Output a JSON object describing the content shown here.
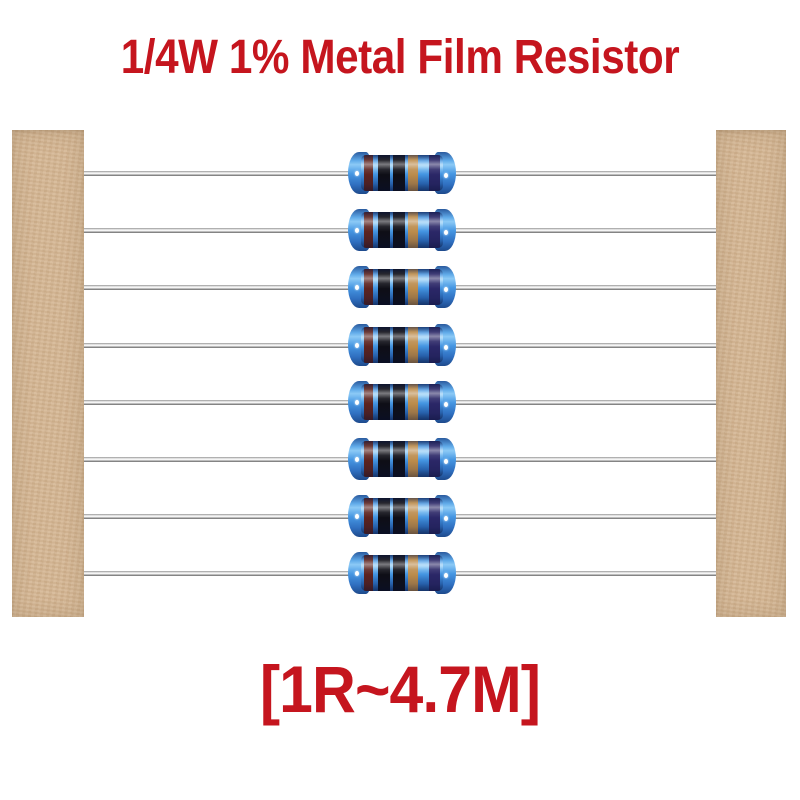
{
  "title": {
    "text": "1/4W 1% Metal Film Resistor"
  },
  "footer": {
    "text": "[1R~4.7M]"
  },
  "theme": {
    "page-bg": "#ffffff",
    "accent-red": "#c5151e",
    "tape-tan": "#d4b592",
    "body-blue": "#4596e2",
    "body-blue-light": "#8ccaf6",
    "body-blue-dark": "#2a5a9e",
    "lead-silver": "#e6e6e6"
  },
  "product": {
    "count": 8,
    "bands": [
      {
        "name": "brown",
        "color": "#5c231f"
      },
      {
        "name": "black",
        "color": "#0e0e16"
      },
      {
        "name": "black",
        "color": "#0e0e16"
      },
      {
        "name": "gold",
        "color": "#bb8b4b"
      },
      {
        "name": "violet",
        "color": "#2b2767"
      }
    ]
  }
}
